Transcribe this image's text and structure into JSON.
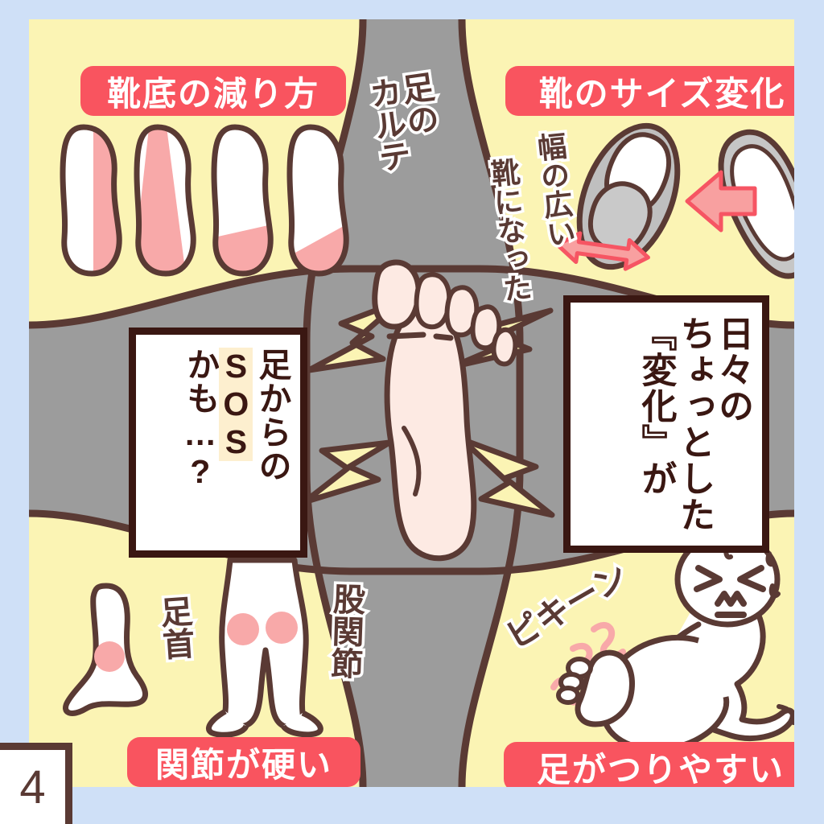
{
  "page": {
    "number": "4",
    "outer_bg": "#cfe0f7",
    "panel_bg": "#fbf4b4",
    "grey": "#9c9c9c",
    "ink": "#5a3a34",
    "box_ink": "#3a1712",
    "badge_red": "#f9545f",
    "pink": "#f8a9a9",
    "skin": "#fdeae3",
    "highlight": "#fdefcf"
  },
  "badges": {
    "top_left": "靴底の減り方",
    "top_right": "靴のサイズ変化",
    "bottom_left": "関節が硬い",
    "bottom_right": "足がつりやすい"
  },
  "handwritten": {
    "foot_chart": "足の\nカルテ",
    "wide_1": "幅の広い",
    "wide_2": "靴になった",
    "ankle": "足首",
    "hip_joint": "股関節",
    "sound_effect": "ピキーン"
  },
  "left_box": {
    "line1": "足からの",
    "line2": "SOS",
    "line3": "かも…?"
  },
  "right_box": {
    "line1": "日々の",
    "line2": "ちょっとした",
    "line3": "『変化』が"
  },
  "illustrations": {
    "shoe_soles": "four-shoe-sole-wear-patterns",
    "flat_shoe": "wide-grey-flat-shoe-top-view",
    "pump_shoe": "grey-pump-heel-shoe",
    "arrow_left": "left-pointing-pink-arrow",
    "arrow_width": "double-headed-width-arrow",
    "center_foot": "bare-foot-sole-with-lightning-bolts",
    "ankle_leg": "leg-with-ankle-pain-dot",
    "legs_hips": "legs-with-hip-joint-dots",
    "cramping_person": "person-holding-cramped-foot"
  }
}
